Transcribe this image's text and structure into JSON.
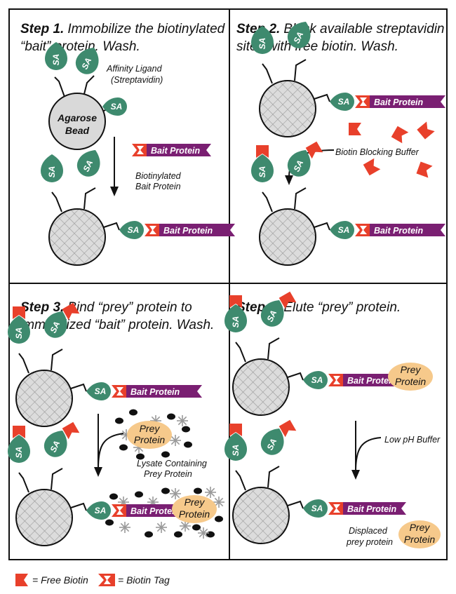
{
  "steps": [
    {
      "num": "Step 1.",
      "line1": "Immobilize the biotinylated",
      "line2": "“bait” protein. Wash."
    },
    {
      "num": "Step 2.",
      "line1": "Block available streptavidin",
      "line2": "sites with free biotin. Wash."
    },
    {
      "num": "Step 3.",
      "line1": "Bind “prey” protein to",
      "line2": "immobilized “bait” protein. Wash."
    },
    {
      "num": "Step 4.",
      "line1": "Elute “prey” protein.",
      "line2": ""
    }
  ],
  "labels": {
    "affinity_ligand_1": "Affinity Ligand",
    "affinity_ligand_2": "(Streptavidin)",
    "agarose_1": "Agarose",
    "agarose_2": "Bead",
    "biotinylated_1": "Biotinylated",
    "biotinylated_2": "Bait Protein",
    "blocking_buffer": "Biotin Blocking Buffer",
    "lysate_1": "Lysate Containing",
    "lysate_2": "Prey Protein",
    "low_ph": "Low pH Buffer",
    "displaced_1": "Displaced",
    "displaced_2": "prey protein",
    "sa": "SA",
    "bait": "Bait Protein",
    "prey_1": "Prey",
    "prey_2": "Protein"
  },
  "legend": {
    "free_biotin": "= Free Biotin",
    "biotin_tag": "= Biotin Tag"
  },
  "colors": {
    "streptavidin": "#3e8a6e",
    "biotin": "#e8402b",
    "bait": "#7a1f72",
    "prey": "#f6c98b",
    "bead": "#d9d9d9",
    "lysate_dot": "#111111",
    "lysate_star": "#9a9a9a"
  }
}
